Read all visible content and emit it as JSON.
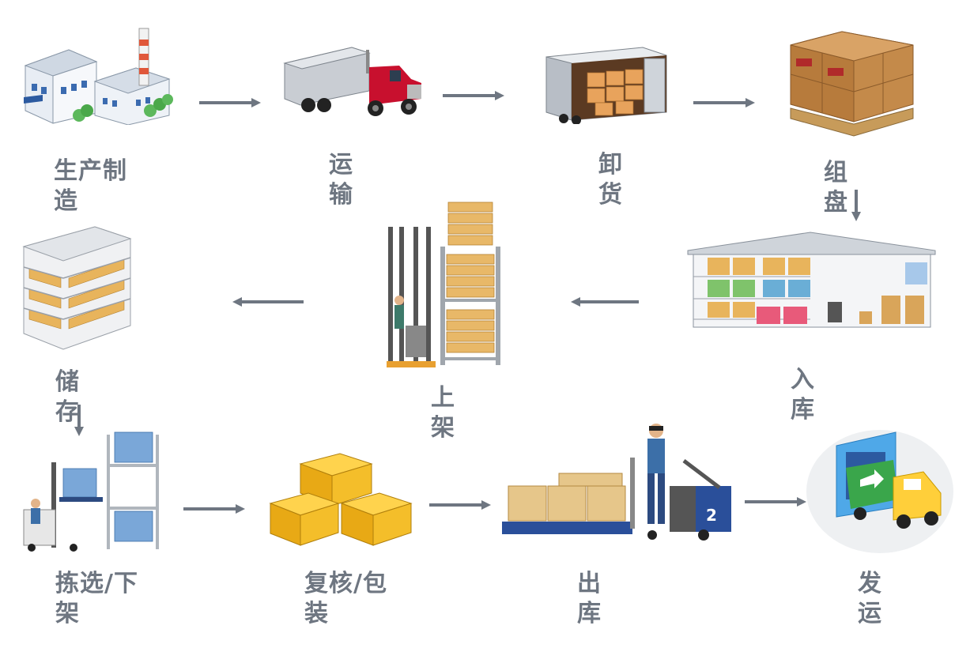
{
  "steps": [
    {
      "id": "manufacture",
      "label": "生产制\n造"
    },
    {
      "id": "transport",
      "label": "运\n输"
    },
    {
      "id": "unload",
      "label": "卸\n货"
    },
    {
      "id": "palletize",
      "label": "组\n盘"
    },
    {
      "id": "inbound",
      "label": "入\n库"
    },
    {
      "id": "shelve",
      "label": "上\n架"
    },
    {
      "id": "storage",
      "label": "储\n存"
    },
    {
      "id": "pick",
      "label": "拣选/下\n架"
    },
    {
      "id": "review",
      "label": "复核/包\n装"
    },
    {
      "id": "outbound",
      "label": "出\n库"
    },
    {
      "id": "ship",
      "label": "发\n运"
    }
  ],
  "icons": [
    "factory-icon",
    "truck-icon",
    "trailer-icon",
    "pallet-boxes-icon",
    "warehouse-icon",
    "forklift-rack-icon",
    "storage-rack-icon",
    "reach-truck-icon",
    "boxes-icon",
    "pallet-jack-icon",
    "dock-truck-icon"
  ],
  "colors": {
    "label": "#6e7681",
    "arrow": "#6e7681"
  }
}
